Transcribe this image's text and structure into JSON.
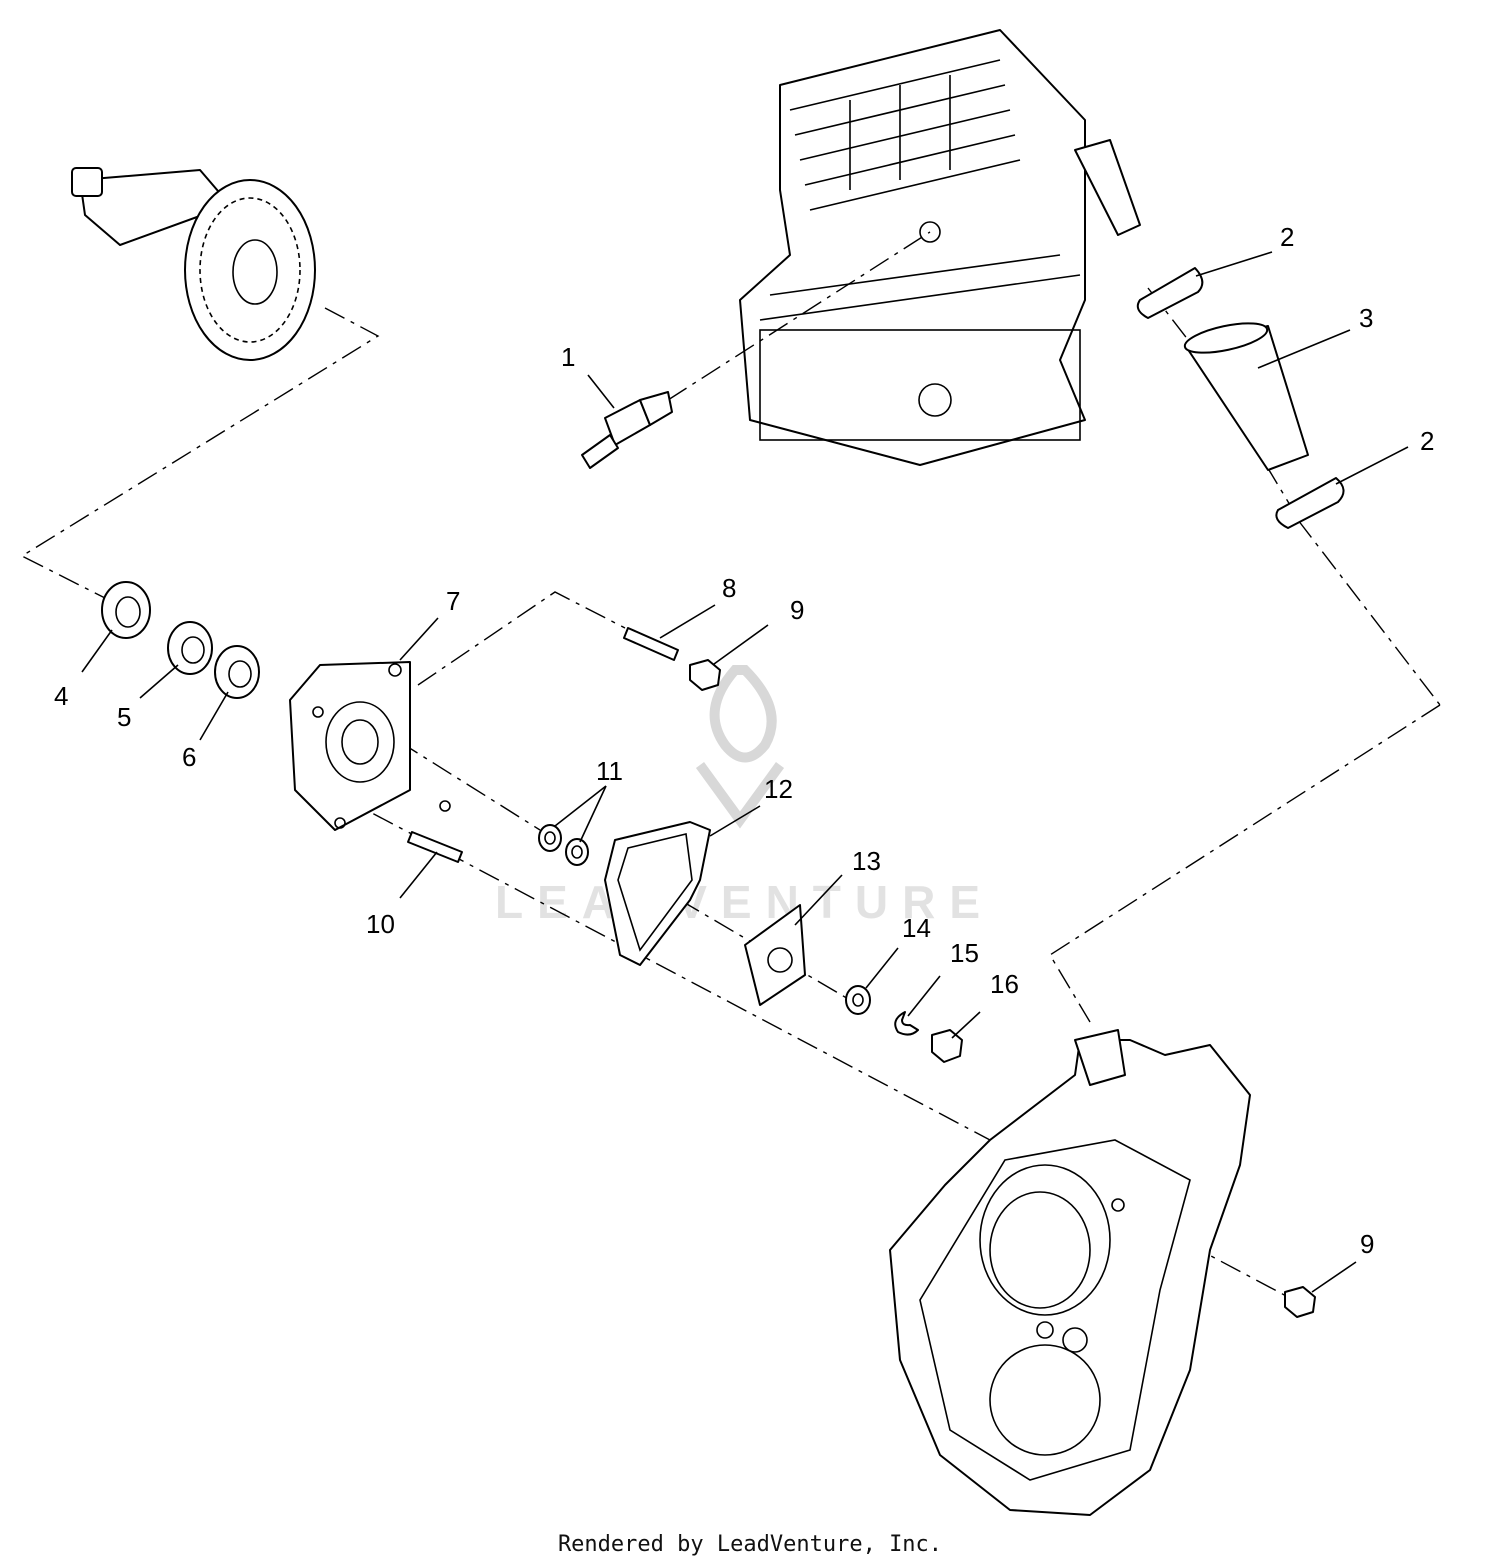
{
  "callouts": {
    "c1": "1",
    "c2a": "2",
    "c2b": "2",
    "c3": "3",
    "c4": "4",
    "c5": "5",
    "c6": "6",
    "c7": "7",
    "c8": "8",
    "c9a": "9",
    "c9b": "9",
    "c10": "10",
    "c11": "11",
    "c12": "12",
    "c13": "13",
    "c14": "14",
    "c15": "15",
    "c16": "16"
  },
  "watermark": {
    "text": "LEADVENTURE"
  },
  "footer": {
    "credit": "Rendered by LeadVenture, Inc."
  }
}
